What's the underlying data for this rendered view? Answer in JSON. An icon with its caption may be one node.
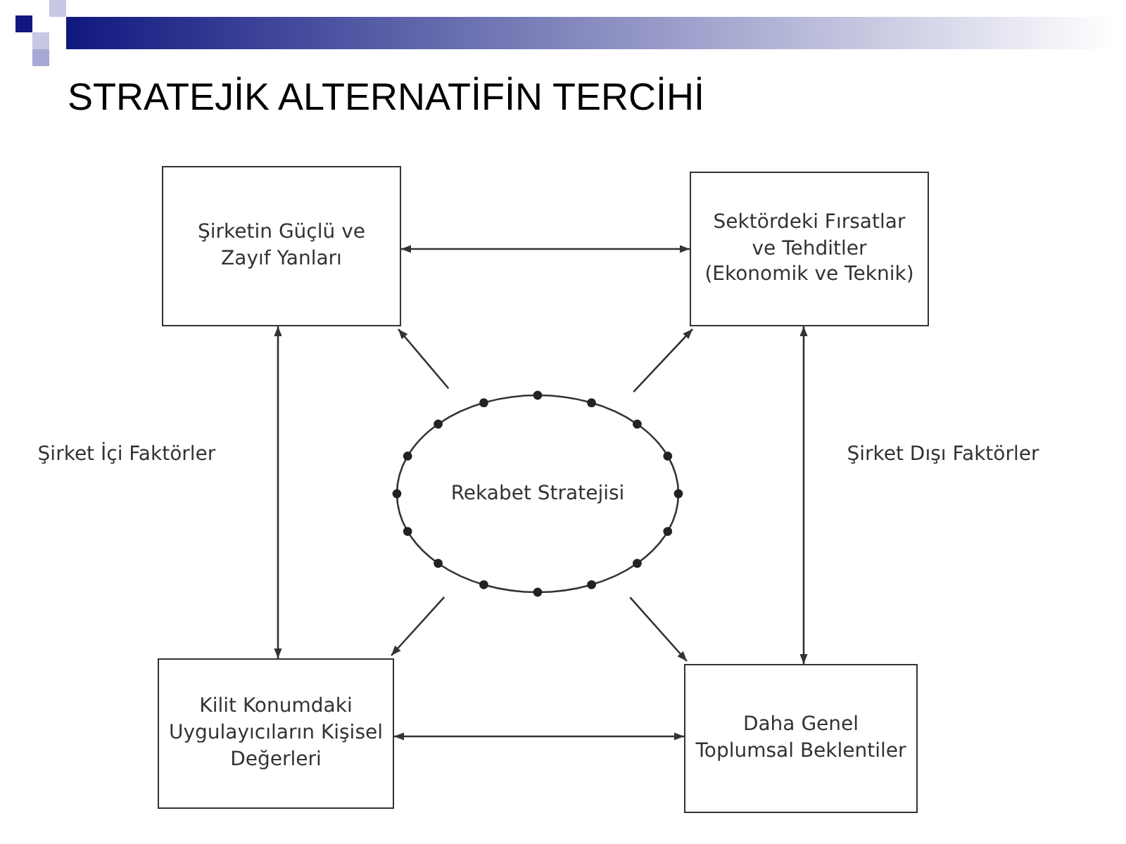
{
  "diagram": {
    "title": "STRATEJİK ALTERNATİFİN TERCİHİ",
    "nodes": [
      {
        "text": [
          "Şirketin Güçlü ve Zayıf Yanları"
        ]
      },
      {
        "text": [
          "Sektördeki Fırsatlar ve Tehditler (Ekonomik ve Teknik)"
        ]
      },
      {
        "text": [
          "Rekabet Stratejisi"
        ]
      },
      {
        "text": [
          "Kilit Konumdaki Uygulayıcıların Kişisel Değerleri"
        ]
      },
      {
        "text": [
          "Daha Genel Toplumsal Beklentiler"
        ]
      }
    ],
    "edges": [
      {
        "from": 0,
        "to": 1,
        "arrow": "both"
      },
      {
        "from": 0,
        "to": 3,
        "arrow": "both"
      },
      {
        "from": 1,
        "to": 4,
        "arrow": "both"
      },
      {
        "from": 3,
        "to": 4,
        "arrow": "both"
      },
      {
        "from": 2,
        "to": 0,
        "arrow": "to"
      },
      {
        "from": 2,
        "to": 1,
        "arrow": "to"
      },
      {
        "from": 2,
        "to": 3,
        "arrow": "to"
      },
      {
        "from": 2,
        "to": 4,
        "arrow": "to"
      }
    ],
    "labels": [
      "Şirket İçi Faktörler",
      "Şirket Dışı Faktörler"
    ]
  }
}
